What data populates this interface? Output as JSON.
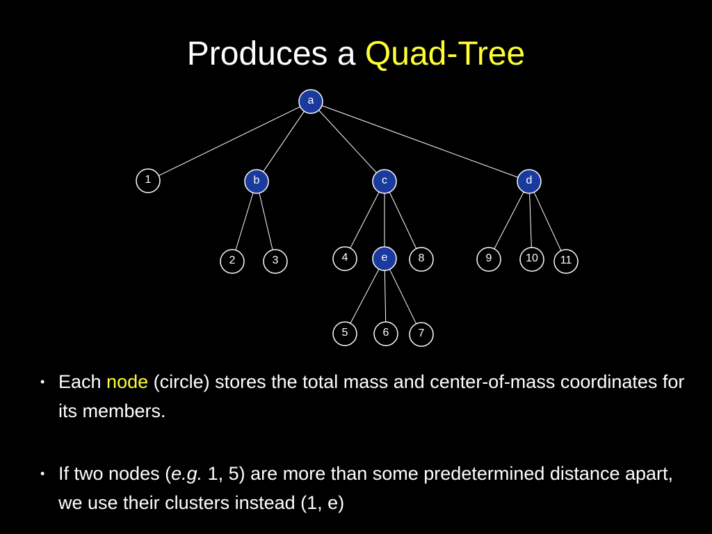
{
  "slide": {
    "title_prefix": "Produces a ",
    "title_highlight": "Quad-Tree",
    "highlight_color": "#ffff33"
  },
  "tree": {
    "internal_node_color": "#1a3a9e",
    "leaf_node_color": "#000000",
    "nodes": [
      {
        "id": "a",
        "label": "a",
        "internal": true
      },
      {
        "id": "1",
        "label": "1",
        "internal": false
      },
      {
        "id": "b",
        "label": "b",
        "internal": true
      },
      {
        "id": "c",
        "label": "c",
        "internal": true
      },
      {
        "id": "d",
        "label": "d",
        "internal": true
      },
      {
        "id": "2",
        "label": "2",
        "internal": false
      },
      {
        "id": "3",
        "label": "3",
        "internal": false
      },
      {
        "id": "4",
        "label": "4",
        "internal": false
      },
      {
        "id": "e",
        "label": "e",
        "internal": true
      },
      {
        "id": "8",
        "label": "8",
        "internal": false
      },
      {
        "id": "9",
        "label": "9",
        "internal": false
      },
      {
        "id": "10",
        "label": "10",
        "internal": false
      },
      {
        "id": "11",
        "label": "11",
        "internal": false
      },
      {
        "id": "5",
        "label": "5",
        "internal": false
      },
      {
        "id": "6",
        "label": "6",
        "internal": false
      },
      {
        "id": "7",
        "label": "7",
        "internal": false
      }
    ],
    "edges": [
      [
        "a",
        "1"
      ],
      [
        "a",
        "b"
      ],
      [
        "a",
        "c"
      ],
      [
        "a",
        "d"
      ],
      [
        "b",
        "2"
      ],
      [
        "b",
        "3"
      ],
      [
        "c",
        "4"
      ],
      [
        "c",
        "e"
      ],
      [
        "c",
        "8"
      ],
      [
        "d",
        "9"
      ],
      [
        "d",
        "10"
      ],
      [
        "d",
        "11"
      ],
      [
        "e",
        "5"
      ],
      [
        "e",
        "6"
      ],
      [
        "e",
        "7"
      ]
    ]
  },
  "bullets": {
    "first": {
      "before": "Each ",
      "highlight": "node",
      "after": " (circle) stores the total mass and center-of-mass coordinates for its members."
    },
    "second": {
      "before": "If two nodes (",
      "italic": "e.g.",
      "after": " 1, 5) are more than some predetermined distance apart, we use their clusters instead (1, e)"
    },
    "marker": "•"
  }
}
